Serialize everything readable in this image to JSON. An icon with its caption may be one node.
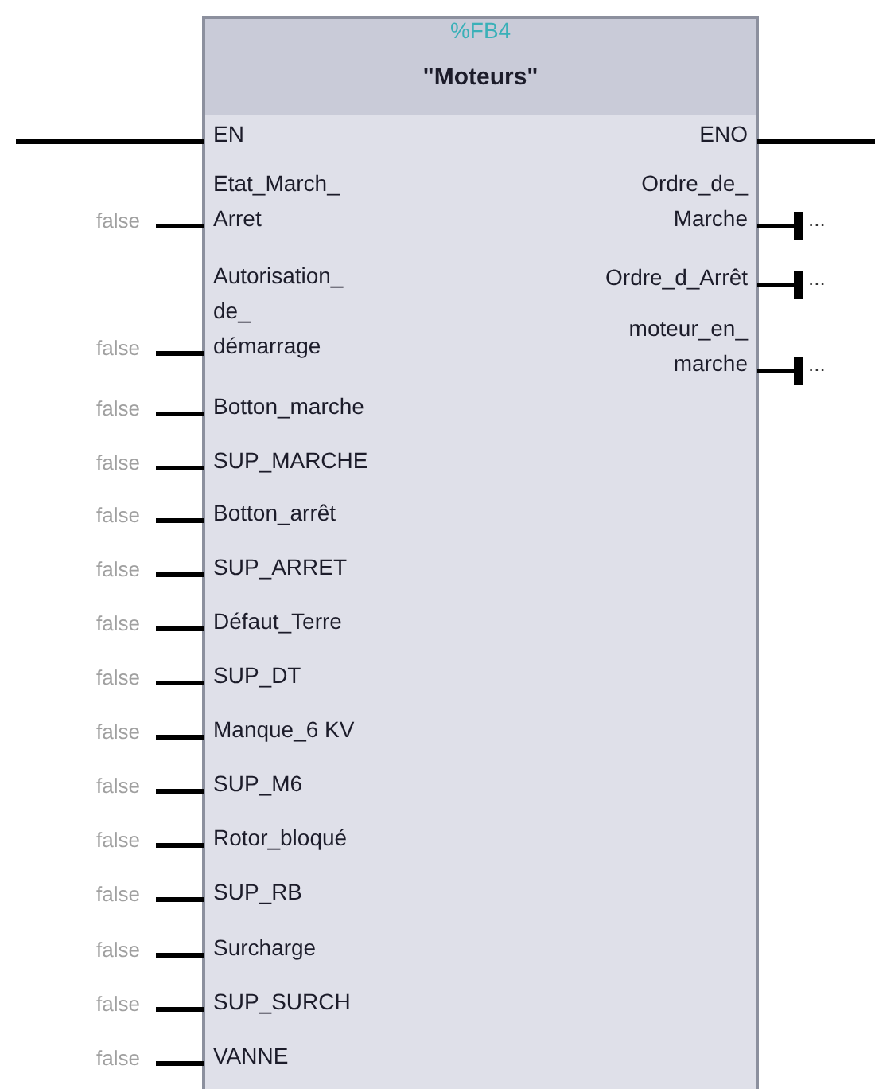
{
  "diagram": {
    "nodes": [
      {
        "text": [
          "%FB4",
          "\"Moteurs\""
        ]
      },
      {
        "text": [
          "EN"
        ],
        "in": 0
      },
      {
        "text": [
          "ENO"
        ],
        "in": 0
      },
      {
        "text": [
          "Etat_March_ Arret"
        ],
        "in": 0
      },
      {
        "text": [
          "Ordre_de_ Marche"
        ],
        "in": 0
      },
      {
        "text": [
          "Ordre_d_Arrêt"
        ],
        "in": 0
      },
      {
        "text": [
          "Autorisation_ de_ démarrage"
        ],
        "in": 0
      },
      {
        "text": [
          "moteur_en_ marche"
        ],
        "in": 0
      },
      {
        "text": [
          "Botton_marche"
        ],
        "in": 0
      },
      {
        "text": [
          "SUP_MARCHE"
        ],
        "in": 0
      },
      {
        "text": [
          "Botton_arrêt"
        ],
        "in": 0
      },
      {
        "text": [
          "SUP_ARRET"
        ],
        "in": 0
      },
      {
        "text": [
          "Défaut_Terre"
        ],
        "in": 0
      },
      {
        "text": [
          "SUP_DT"
        ],
        "in": 0
      },
      {
        "text": [
          "Manque_6 KV"
        ],
        "in": 0
      },
      {
        "text": [
          "SUP_M6"
        ],
        "in": 0
      },
      {
        "text": [
          "Rotor_bloqué"
        ],
        "in": 0
      },
      {
        "text": [
          "SUP_RB"
        ],
        "in": 0
      },
      {
        "text": [
          "Surcharge"
        ],
        "in": 0
      },
      {
        "text": [
          "SUP_SURCH"
        ],
        "in": 0
      },
      {
        "text": [
          "VANNE"
        ],
        "in": 0
      },
      {
        "text": [
          "false"
        ]
      },
      {
        "text": [
          "false"
        ]
      },
      {
        "text": [
          "false"
        ]
      },
      {
        "text": [
          "false"
        ]
      },
      {
        "text": [
          "false"
        ]
      },
      {
        "text": [
          "false"
        ]
      },
      {
        "text": [
          "false"
        ]
      },
      {
        "text": [
          "false"
        ]
      },
      {
        "text": [
          "false"
        ]
      },
      {
        "text": [
          "false"
        ]
      },
      {
        "text": [
          "false"
        ]
      },
      {
        "text": [
          "false"
        ]
      },
      {
        "text": [
          "false"
        ]
      },
      {
        "text": [
          "false"
        ]
      },
      {
        "text": [
          "false"
        ]
      },
      {
        "text": [
          "..."
        ]
      },
      {
        "text": [
          "..."
        ]
      },
      {
        "text": [
          "..."
        ]
      }
    ],
    "edges": [
      {
        "from": null,
        "to": 1,
        "arrow": "none"
      },
      {
        "from": 2,
        "to": null,
        "arrow": "none"
      },
      {
        "from": 21,
        "to": 3,
        "arrow": "none"
      },
      {
        "from": 22,
        "to": 6,
        "arrow": "none"
      },
      {
        "from": 23,
        "to": 8,
        "arrow": "none"
      },
      {
        "from": 24,
        "to": 9,
        "arrow": "none"
      },
      {
        "from": 25,
        "to": 10,
        "arrow": "none"
      },
      {
        "from": 26,
        "to": 11,
        "arrow": "none"
      },
      {
        "from": 27,
        "to": 12,
        "arrow": "none"
      },
      {
        "from": 28,
        "to": 13,
        "arrow": "none"
      },
      {
        "from": 29,
        "to": 14,
        "arrow": "none"
      },
      {
        "from": 30,
        "to": 15,
        "arrow": "none"
      },
      {
        "from": 31,
        "to": 16,
        "arrow": "none"
      },
      {
        "from": 32,
        "to": 17,
        "arrow": "none"
      },
      {
        "from": 33,
        "to": 18,
        "arrow": "none"
      },
      {
        "from": 34,
        "to": 19,
        "arrow": "none"
      },
      {
        "from": 35,
        "to": 20,
        "arrow": "none"
      },
      {
        "from": 4,
        "to": 36,
        "arrow": "other"
      },
      {
        "from": 5,
        "to": 37,
        "arrow": "other"
      },
      {
        "from": 7,
        "to": 38,
        "arrow": "other"
      }
    ]
  }
}
